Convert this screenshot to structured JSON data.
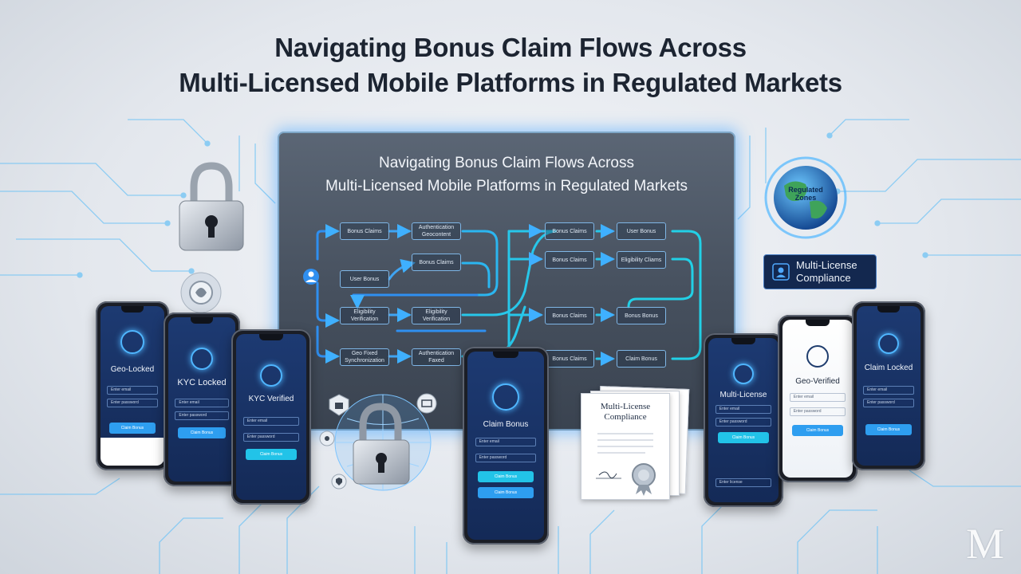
{
  "page": {
    "title_line1": "Navigating Bonus Claim Flows Across",
    "title_line2": "Multi-Licensed Mobile Platforms in Regulated Markets"
  },
  "screen": {
    "title_line1": "Navigating Bonus Claim Flows Across",
    "title_line2": "Multi-Licensed Mobile Platforms in Regulated Markets",
    "nodes": [
      {
        "id": "n1",
        "label": "Bonus Claims"
      },
      {
        "id": "n2",
        "label": "Authentication Geocontent"
      },
      {
        "id": "n3",
        "label": "Bonus Claims"
      },
      {
        "id": "n4",
        "label": "User Bonus"
      },
      {
        "id": "n5",
        "label": "Eligibility Verification"
      },
      {
        "id": "n6",
        "label": "Eligibility Verification"
      },
      {
        "id": "n7",
        "label": "Geo Fixed Synchronization"
      },
      {
        "id": "n8",
        "label": "Authentication Faxed"
      },
      {
        "id": "n9",
        "label": "Bonus Claims"
      },
      {
        "id": "n10",
        "label": "User Bonus"
      },
      {
        "id": "n11",
        "label": "Bonus Claims"
      },
      {
        "id": "n12",
        "label": "Eligibility Cliams"
      },
      {
        "id": "n13",
        "label": "Bonus Claims"
      },
      {
        "id": "n14",
        "label": "Bonus Bonus"
      },
      {
        "id": "n15",
        "label": "Bonus Claims"
      },
      {
        "id": "n16",
        "label": "Claim Bonus"
      }
    ]
  },
  "globe": {
    "label": "Regulated Zones"
  },
  "badge": {
    "line1": "Multi-License",
    "line2": "Compliance"
  },
  "certificate": {
    "line1": "Multi-License",
    "line2": "Compliance"
  },
  "phones": {
    "geo_locked": {
      "title": "Geo-Locked",
      "field1": "Enter email",
      "field2": "Enter password",
      "button": "Claim Bonus"
    },
    "kyc_locked": {
      "title": "KYC Locked",
      "field1": "Enter email",
      "field2": "Enter password",
      "button": "Claim Bonus"
    },
    "kyc_verified": {
      "title": "KYC Verified",
      "field1": "Enter email",
      "field2": "Enter password",
      "button": "Claim Bonus"
    },
    "claim_bonus": {
      "title": "Claim Bonus",
      "field1": "Enter email",
      "field2": "Enter password",
      "button1": "Claim Bonus",
      "button2": "Claim Bonus"
    },
    "multi_license": {
      "title": "Multi-License",
      "field1": "Enter email",
      "field2": "Enter password",
      "button": "Claim Bonus",
      "footer": "Enter license"
    },
    "geo_verified": {
      "title": "Geo-Verified",
      "field1": "Enter email",
      "field2": "Enter password",
      "button": "Claim Bonus"
    },
    "claim_locked": {
      "title": "Claim Locked",
      "field1": "Enter email",
      "field2": "Enter password",
      "button": "Claim Bonus"
    }
  },
  "colors": {
    "accent": "#2e9ef0",
    "cyan": "#22c3e8",
    "dark_navy": "#13284f",
    "title": "#1c2431"
  },
  "watermark": "M"
}
